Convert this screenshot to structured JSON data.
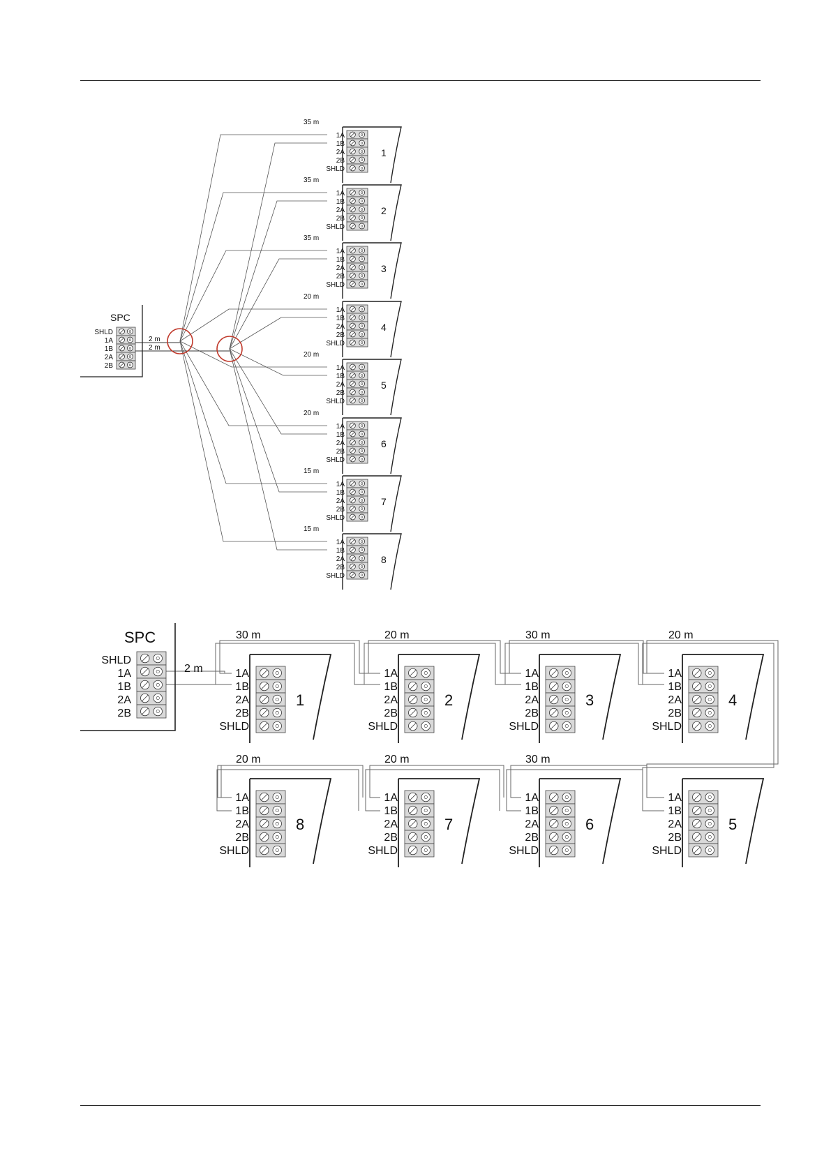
{
  "diagram_star": {
    "controller": {
      "label": "SPC",
      "terminals": [
        "SHLD",
        "1A",
        "1B",
        "2A",
        "2B"
      ],
      "cable_lengths": [
        "2 m",
        "2 m"
      ]
    },
    "terminal_labels": [
      "1A",
      "1B",
      "2A",
      "2B",
      "SHLD"
    ],
    "devices": [
      {
        "number": "1",
        "length": "35 m"
      },
      {
        "number": "2",
        "length": "35 m"
      },
      {
        "number": "3",
        "length": "35 m"
      },
      {
        "number": "4",
        "length": "20 m"
      },
      {
        "number": "5",
        "length": "20 m"
      },
      {
        "number": "6",
        "length": "20 m"
      },
      {
        "number": "7",
        "length": "15 m"
      },
      {
        "number": "8",
        "length": "15 m"
      }
    ],
    "highlight_color": "#c0392b"
  },
  "diagram_chain": {
    "controller": {
      "label": "SPC",
      "terminals": [
        "SHLD",
        "1A",
        "1B",
        "2A",
        "2B"
      ],
      "cable_length": "2 m"
    },
    "terminal_labels": [
      "1A",
      "1B",
      "2A",
      "2B",
      "SHLD"
    ],
    "row1": [
      {
        "number": "1",
        "length": "30 m"
      },
      {
        "number": "2",
        "length": "20 m"
      },
      {
        "number": "3",
        "length": "30 m"
      },
      {
        "number": "4",
        "length": "20 m"
      }
    ],
    "row2": [
      {
        "number": "8",
        "length": "20 m"
      },
      {
        "number": "7",
        "length": "20 m"
      },
      {
        "number": "6",
        "length": "30 m"
      },
      {
        "number": "5",
        "length": ""
      }
    ]
  }
}
